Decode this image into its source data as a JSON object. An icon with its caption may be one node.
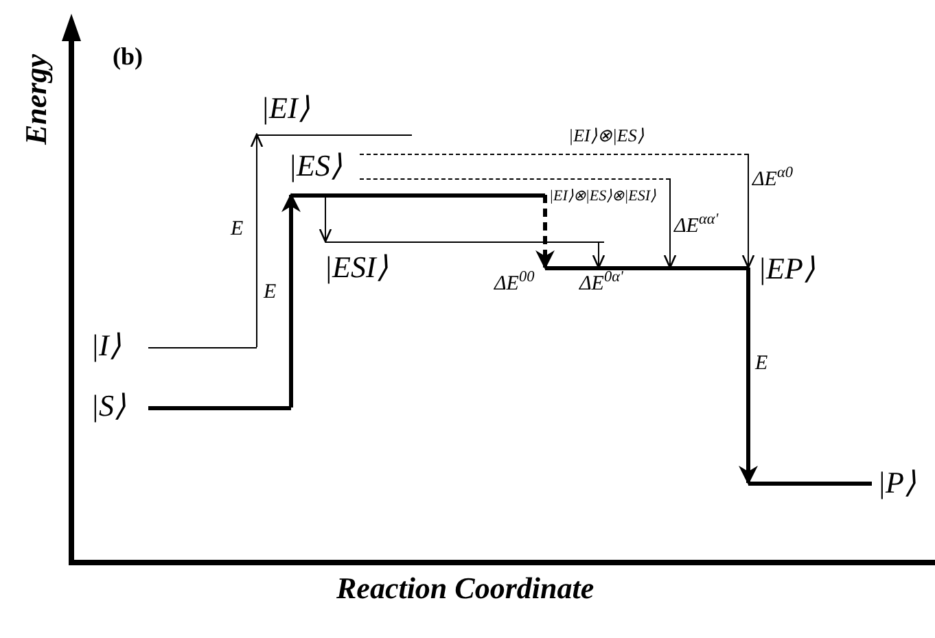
{
  "diagram": {
    "nodes": [
      {
        "text": [
          "|I⟩"
        ]
      },
      {
        "text": [
          "|S⟩"
        ]
      },
      {
        "text": [
          "|EI⟩"
        ]
      },
      {
        "text": [
          "|ES⟩"
        ]
      },
      {
        "text": [
          "|ESI⟩"
        ]
      },
      {
        "text": [
          "|EI⟩⊗|ES⟩"
        ]
      },
      {
        "text": [
          "|EI⟩⊗|ES⟩⊗|ESI⟩"
        ]
      },
      {
        "text": [
          "|EP⟩"
        ]
      },
      {
        "text": [
          "|P⟩"
        ]
      }
    ],
    "edges": [
      {
        "from": 0,
        "to": 2,
        "arrow": "to",
        "label": "E"
      },
      {
        "from": 1,
        "to": 3,
        "arrow": "to",
        "label": "E",
        "style": "thick"
      },
      {
        "from": 3,
        "to": 4,
        "arrow": "to"
      },
      {
        "from": 3,
        "to": 7,
        "arrow": "to",
        "label": "ΔE$^{00}$",
        "style": "dashed"
      },
      {
        "from": 4,
        "to": 7,
        "arrow": "to",
        "label": "ΔE$^{0α'}$"
      },
      {
        "from": 6,
        "to": 7,
        "arrow": "to",
        "label": "ΔE$^{αα'}$"
      },
      {
        "from": 5,
        "to": 7,
        "arrow": "to",
        "label": "ΔE$^{α0}$"
      },
      {
        "from": 7,
        "to": 8,
        "arrow": "to",
        "label": "E",
        "style": "thick"
      }
    ],
    "labels": [
      "(b)",
      "Energy",
      "Reaction Coordinate"
    ]
  }
}
